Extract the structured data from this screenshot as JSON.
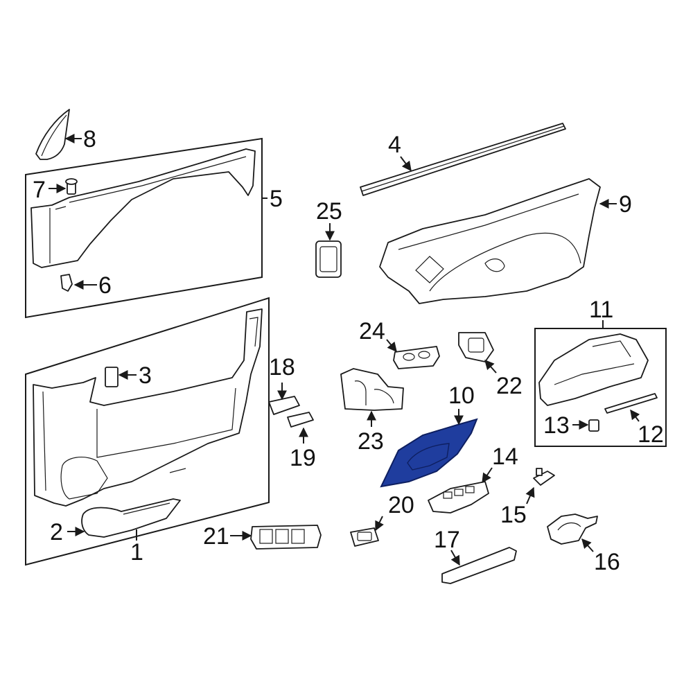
{
  "colors": {
    "highlight": "#1f3d9e",
    "highlight_dark": "#0e1f60",
    "line": "#1a1a1a",
    "background": "#ffffff"
  },
  "callouts": {
    "c1": "1",
    "c2": "2",
    "c3": "3",
    "c4": "4",
    "c5": "5",
    "c6": "6",
    "c7": "7",
    "c8": "8",
    "c9": "9",
    "c10": "10",
    "c11": "11",
    "c12": "12",
    "c13": "13",
    "c14": "14",
    "c15": "15",
    "c16": "16",
    "c17": "17",
    "c18": "18",
    "c19": "19",
    "c20": "20",
    "c21": "21",
    "c22": "22",
    "c23": "23",
    "c24": "24",
    "c25": "25"
  },
  "highlighted_part": "10"
}
